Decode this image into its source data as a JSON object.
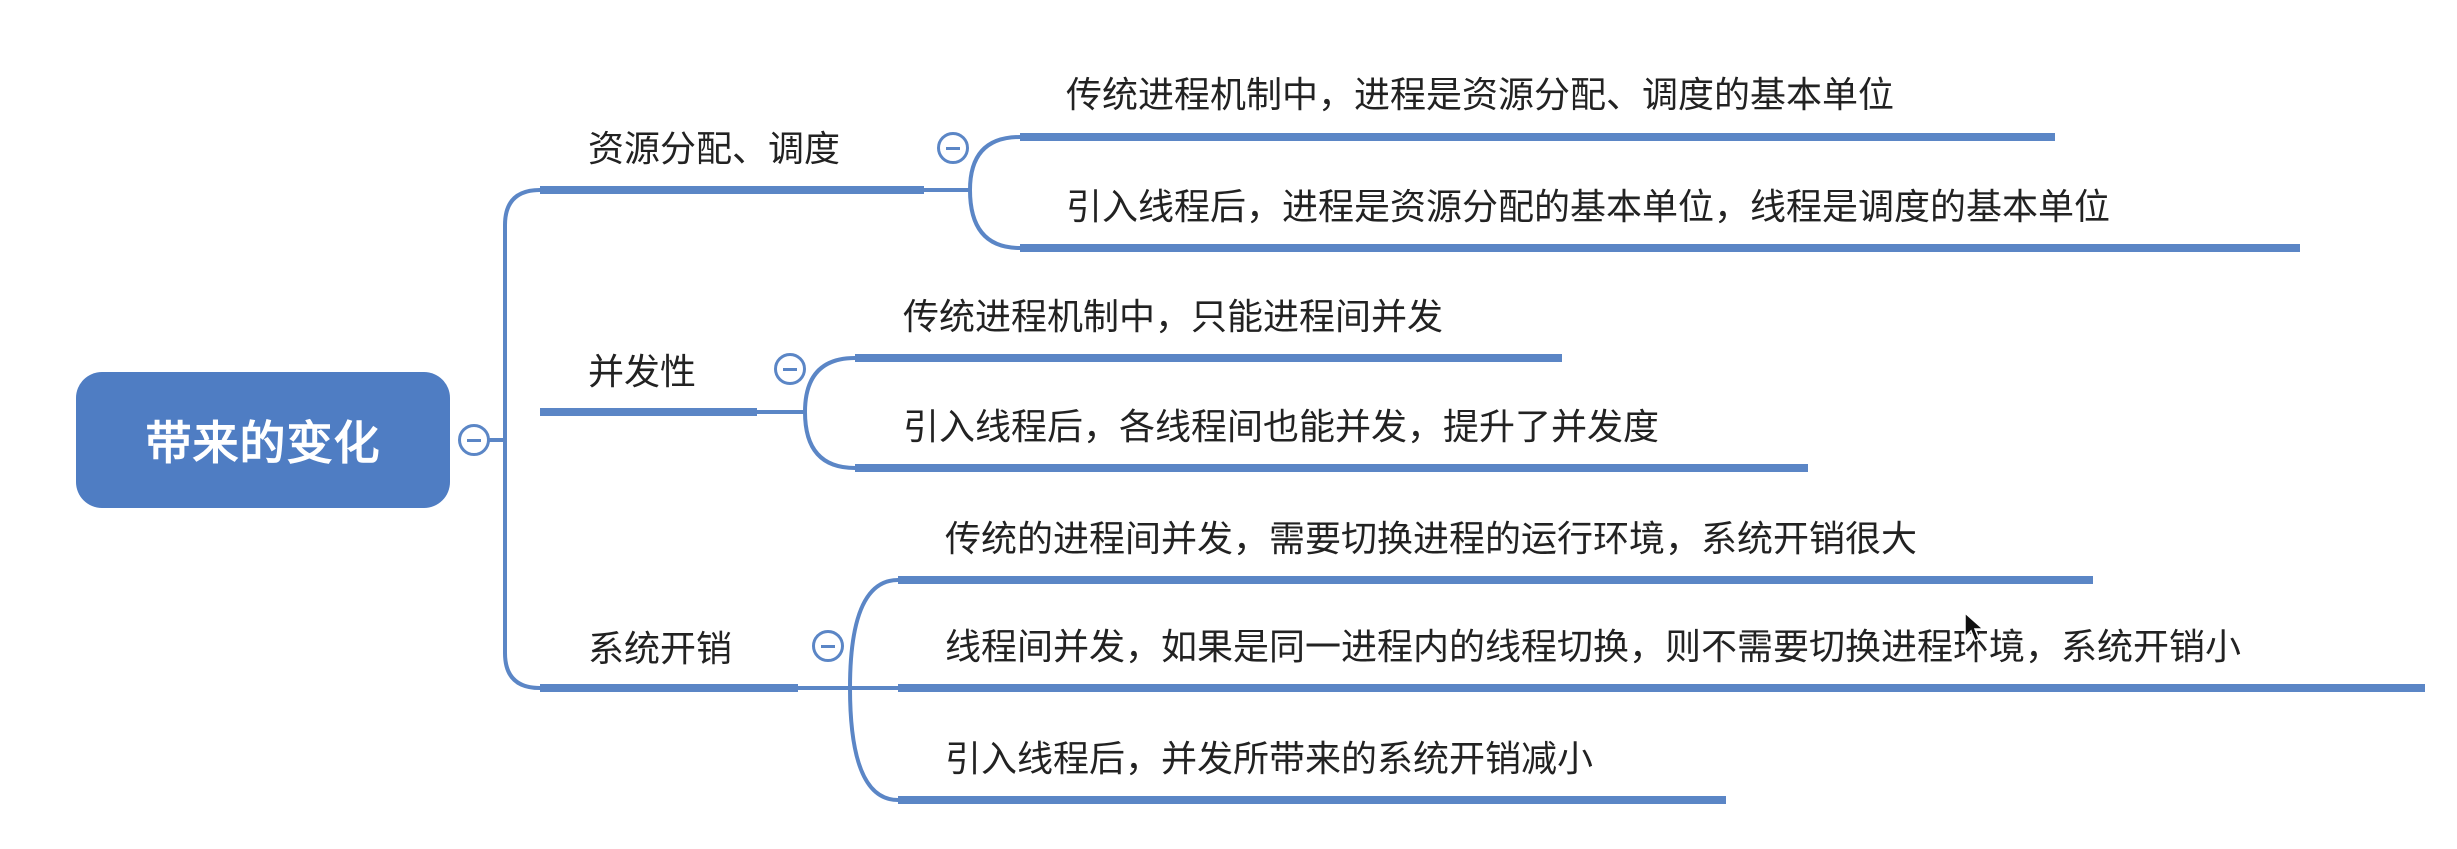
{
  "root": {
    "label": "带来的变化"
  },
  "branches": [
    {
      "label": "资源分配、调度",
      "children": [
        "传统进程机制中，进程是资源分配、调度的基本单位",
        "引入线程后，进程是资源分配的基本单位，线程是调度的基本单位"
      ]
    },
    {
      "label": "并发性",
      "children": [
        "传统进程机制中，只能进程间并发",
        "引入线程后，各线程间也能并发，提升了并发度"
      ]
    },
    {
      "label": "系统开销",
      "children": [
        "传统的进程间并发，需要切换进程的运行环境，系统开销很大",
        "线程间并发，如果是同一进程内的线程切换，则不需要切换进程环境，系统开销小",
        "引入线程后，并发所带来的系统开销减小"
      ]
    }
  ],
  "colors": {
    "line": "#5b86c6",
    "root_fill": "#4f7dc3",
    "text": "#222222"
  },
  "icons": {
    "toggle": "collapse-minus-icon",
    "pointer": "mouse-pointer-icon"
  }
}
